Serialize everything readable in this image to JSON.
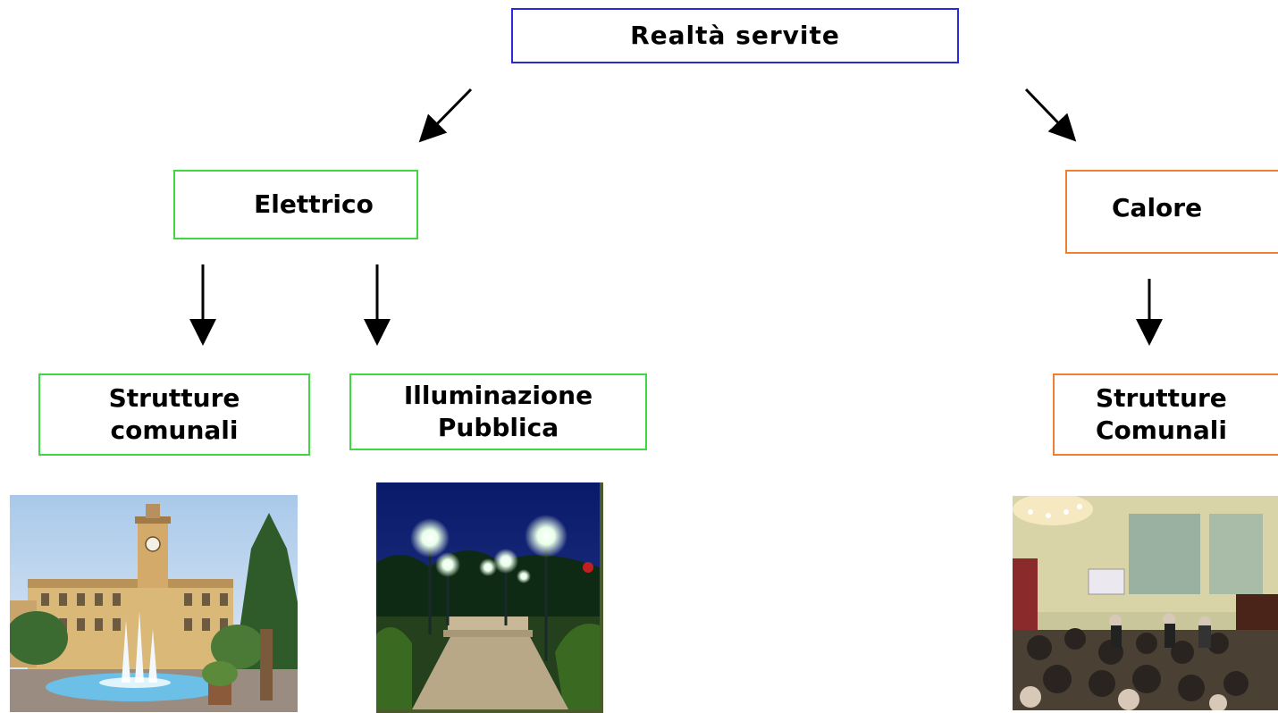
{
  "root": {
    "label": "Realtà servite"
  },
  "elettrico": {
    "label": "Elettrico",
    "children": [
      {
        "line1": "Strutture",
        "line2": "comunali"
      },
      {
        "line1": "Illuminazione",
        "line2": "Pubblica"
      }
    ]
  },
  "calore": {
    "label": "Calore",
    "children": [
      {
        "line1": "Strutture",
        "line2": "Comunali"
      }
    ]
  },
  "colors": {
    "root_border": "#2a2ad8",
    "elettrico_border": "#40d840",
    "calore_border": "#f08030",
    "arrow": "#000000"
  },
  "images": [
    "town-hall-fountain-photo",
    "night-street-lamps-photo",
    "council-meeting-room-photo"
  ]
}
